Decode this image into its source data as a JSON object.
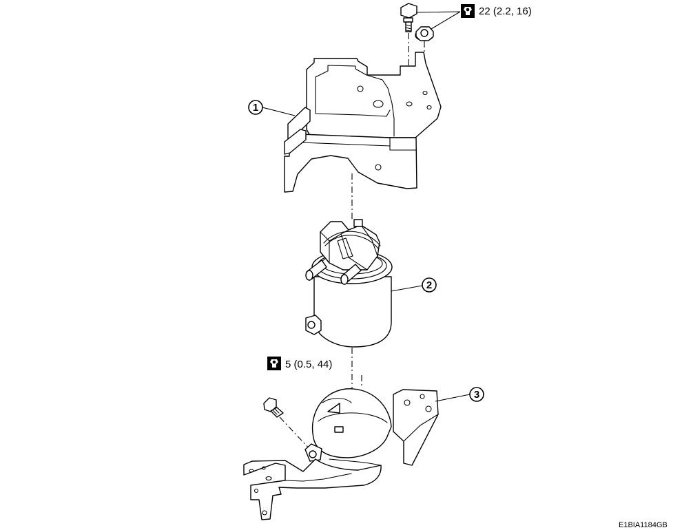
{
  "callouts": [
    {
      "id": "1",
      "label": "1",
      "part": "fuel-filter-bracket-upper"
    },
    {
      "id": "2",
      "label": "2",
      "part": "fuel-filter"
    },
    {
      "id": "3",
      "label": "3",
      "part": "fuel-filter-bracket-lower"
    }
  ],
  "torque_specs": {
    "upper": {
      "text": "22 (2.2, 16)",
      "icon": "torque-wrench-icon"
    },
    "lower": {
      "text": "5 (0.5, 44)",
      "icon": "torque-wrench-icon"
    }
  },
  "figure_code": "E1BIA1184GB"
}
